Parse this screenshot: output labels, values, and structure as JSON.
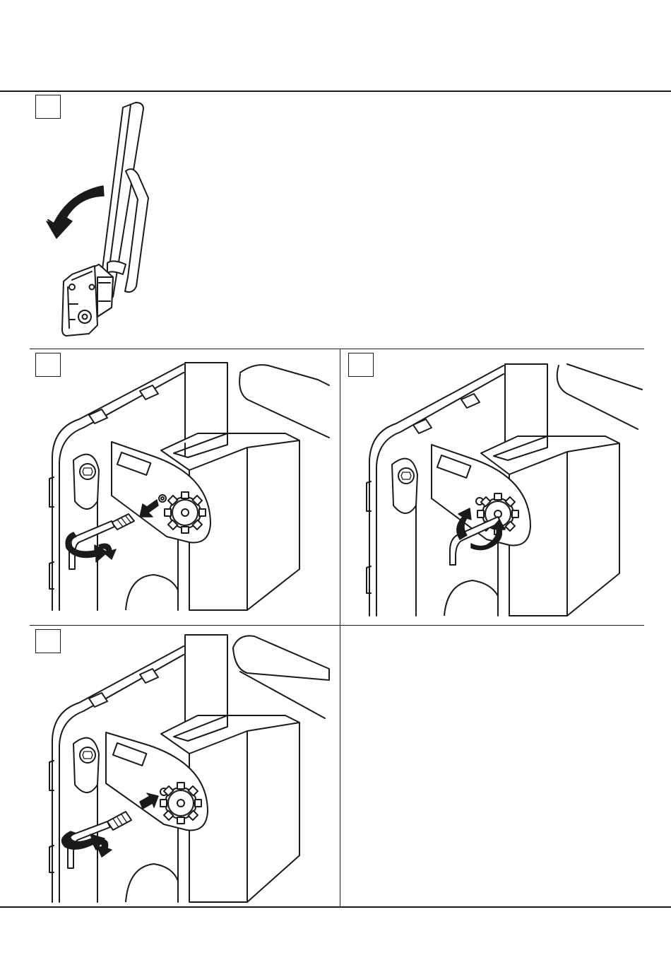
{
  "sheet": {
    "steps": [
      {
        "id": "step-1",
        "label": ""
      },
      {
        "id": "step-2",
        "label": ""
      },
      {
        "id": "step-3",
        "label": ""
      },
      {
        "id": "step-4",
        "label": ""
      }
    ]
  },
  "icons": {
    "rotate_arrow": "curved-arrow-icon",
    "push_arrow": "straight-arrow-icon",
    "hex_key": "hex-key-icon",
    "cog_wheel": "cog-wheel-icon",
    "grub_screw": "grub-screw-icon",
    "handle": "window-handle-icon"
  },
  "colors": {
    "line": "#1a1a1a",
    "background": "#ffffff"
  }
}
